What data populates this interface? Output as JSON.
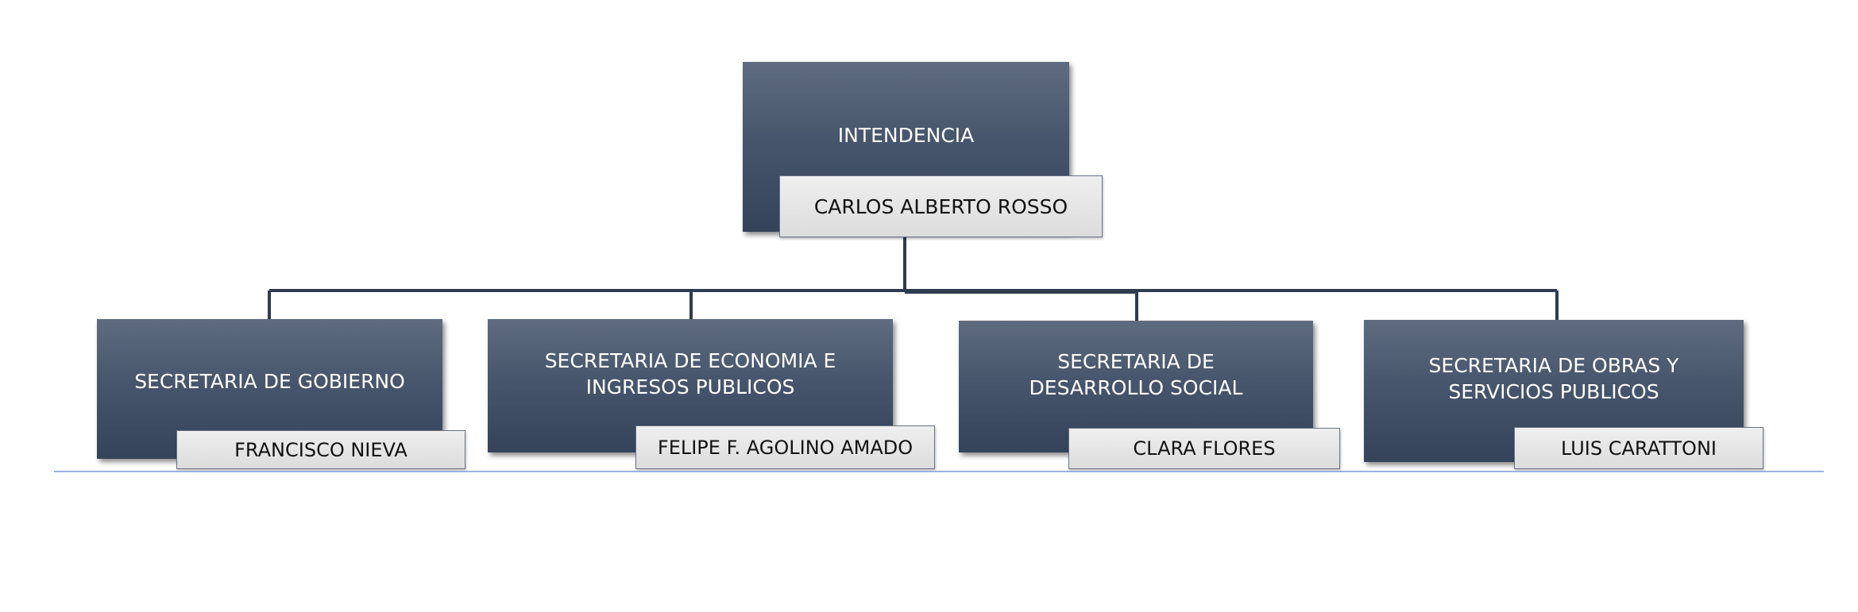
{
  "root": {
    "title": "INTENDENCIA",
    "name": "CARLOS ALBERTO ROSSO"
  },
  "secretarias": [
    {
      "title": "SECRETARIA DE GOBIERNO",
      "name": "FRANCISCO NIEVA"
    },
    {
      "title": "SECRETARIA DE ECONOMIA E INGRESOS PUBLICOS",
      "name": "FELIPE F. AGOLINO AMADO"
    },
    {
      "title": "SECRETARIA DE DESARROLLO SOCIAL",
      "name": "CLARA FLORES"
    },
    {
      "title": "SECRETARIA DE OBRAS Y SERVICIOS PUBLICOS",
      "name": "LUIS CARATTONI"
    }
  ],
  "colors": {
    "box": "#47566c",
    "connector": "#2f3c50",
    "name_box": "#e4e4e4",
    "baseline": "#9ab2df"
  }
}
